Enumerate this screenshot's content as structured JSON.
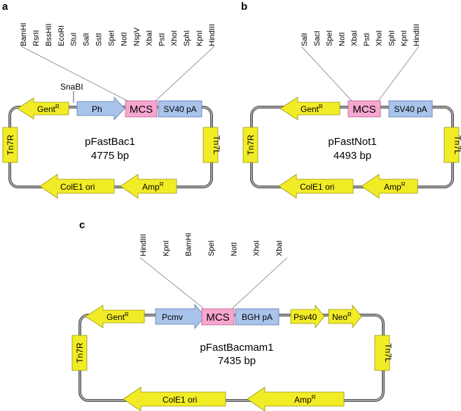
{
  "colors": {
    "arrow": "#f2ec26",
    "arrow_stroke": "#9a9410",
    "promoter": "#a9c3ea",
    "mcs": "#f7a6cf",
    "polyA": "#a9c3ea",
    "tn7": "#f2ec26",
    "backbone": "#555555"
  },
  "panels": [
    {
      "letter": "a",
      "plasmid": "pFastBac1",
      "size": "4775 bp",
      "sites": [
        "BamHI",
        "RsrII",
        "BssHII",
        "EcoRI",
        "StuI",
        "SalI",
        "SstI",
        "SpeI",
        "NotI",
        "NspV",
        "XbaI",
        "PstI",
        "XhoI",
        "SphI",
        "KpnI",
        "HindIII"
      ],
      "snabi": "SnaBI",
      "labels": {
        "gent": "Gent",
        "gent_sup": "R",
        "promoter": "Ph",
        "mcs": "MCS",
        "polyA": "SV40 pA",
        "tn7r": "Tn7R",
        "tn7l": "Tn7L",
        "cole1": "ColE1 ori",
        "amp": "Amp",
        "amp_sup": "R"
      }
    },
    {
      "letter": "b",
      "plasmid": "pFastNot1",
      "size": "4493 bp",
      "sites": [
        "SalI",
        "SacI",
        "SpeI",
        "NotI",
        "XbaI",
        "PstI",
        "XhoI",
        "SphI",
        "KpnI",
        "HindIII"
      ],
      "labels": {
        "gent": "Gent",
        "gent_sup": "R",
        "mcs": "MCS",
        "polyA": "SV40 pA",
        "tn7r": "Tn7R",
        "tn7l": "Tn7L",
        "cole1": "ColE1 ori",
        "amp": "Amp",
        "amp_sup": "R"
      }
    },
    {
      "letter": "c",
      "plasmid": "pFastBacmam1",
      "size": "7435 bp",
      "sites": [
        "HindIII",
        "KpnI",
        "BamHI",
        "SpeI",
        "NotI",
        "XhoI",
        "XbaI"
      ],
      "labels": {
        "gent": "Gent",
        "gent_sup": "R",
        "promoter": "Pcmv",
        "mcs": "MCS",
        "polyA": "BGH pA",
        "psv40": "Psv40",
        "neo": "Neo",
        "neo_sup": "R",
        "tn7r": "Tn7R",
        "tn7l": "Tn7L",
        "cole1": "ColE1 ori",
        "amp": "Amp",
        "amp_sup": "R"
      }
    }
  ]
}
